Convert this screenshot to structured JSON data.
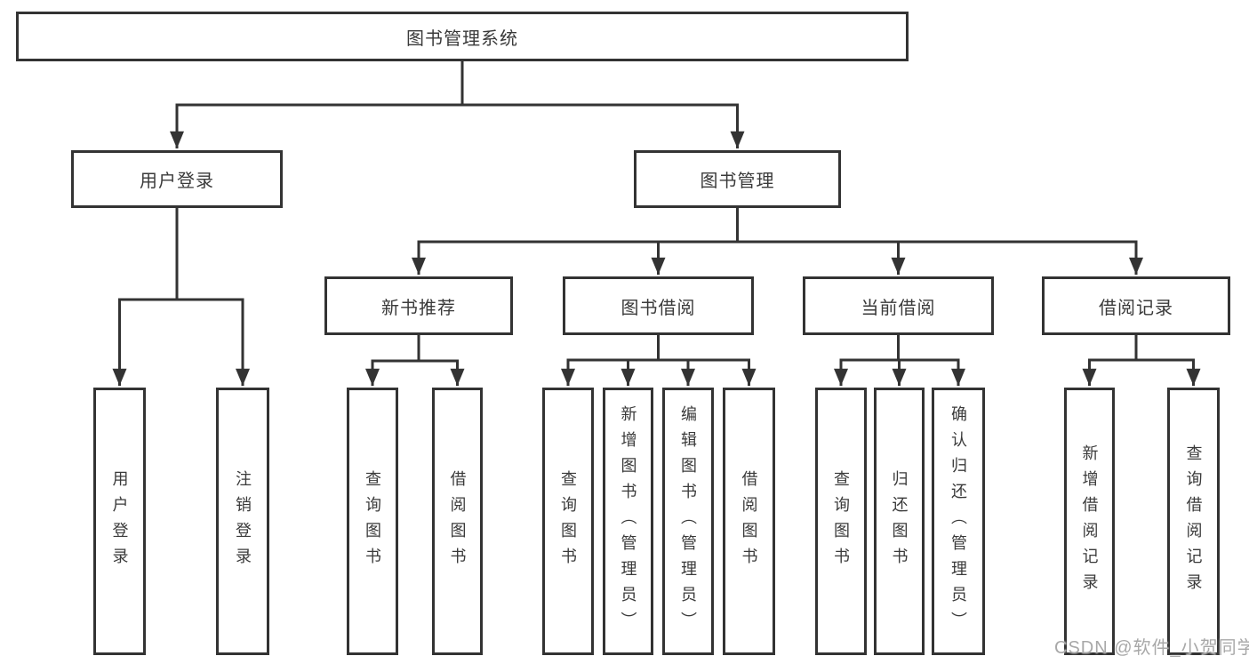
{
  "diagram": {
    "root": {
      "label": "图书管理系统"
    },
    "level2": [
      {
        "label": "用户登录"
      },
      {
        "label": "图书管理"
      }
    ],
    "level3": [
      {
        "label": "新书推荐"
      },
      {
        "label": "图书借阅"
      },
      {
        "label": "当前借阅"
      },
      {
        "label": "借阅记录"
      }
    ],
    "leaves": {
      "user_login": [
        "用户登录",
        "注销登录"
      ],
      "new_book_recommend": [
        "查询图书",
        "借阅图书"
      ],
      "book_borrow": [
        "查询图书",
        "新增图书（管理员）",
        "编辑图书（管理员）",
        "借阅图书"
      ],
      "current_borrow": [
        "查询图书",
        "归还图书",
        "确认归还（管理员）"
      ],
      "borrow_records": [
        "新增借阅记录",
        "查询借阅记录"
      ]
    }
  },
  "watermark": {
    "text": "CSDN @软件_小贺同学",
    "color": "#a8a8a8"
  },
  "colors": {
    "line": "#333333",
    "box_border": "#333333",
    "box_fill": "#ffffff",
    "text": "#3a3a3a",
    "background": "#ffffff"
  }
}
